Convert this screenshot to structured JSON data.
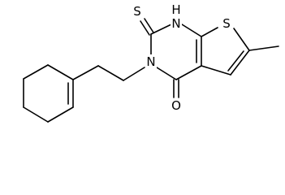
{
  "molecule": {
    "atoms": {
      "thioxo_s": "S",
      "ring_nh": "H",
      "ring_nh_n": "N",
      "thiophene_s": "S",
      "ring_n": "N",
      "carbonyl_o": "O"
    },
    "colors": {
      "bond": "#000000",
      "label": "#000000",
      "background": "#ffffff"
    }
  }
}
